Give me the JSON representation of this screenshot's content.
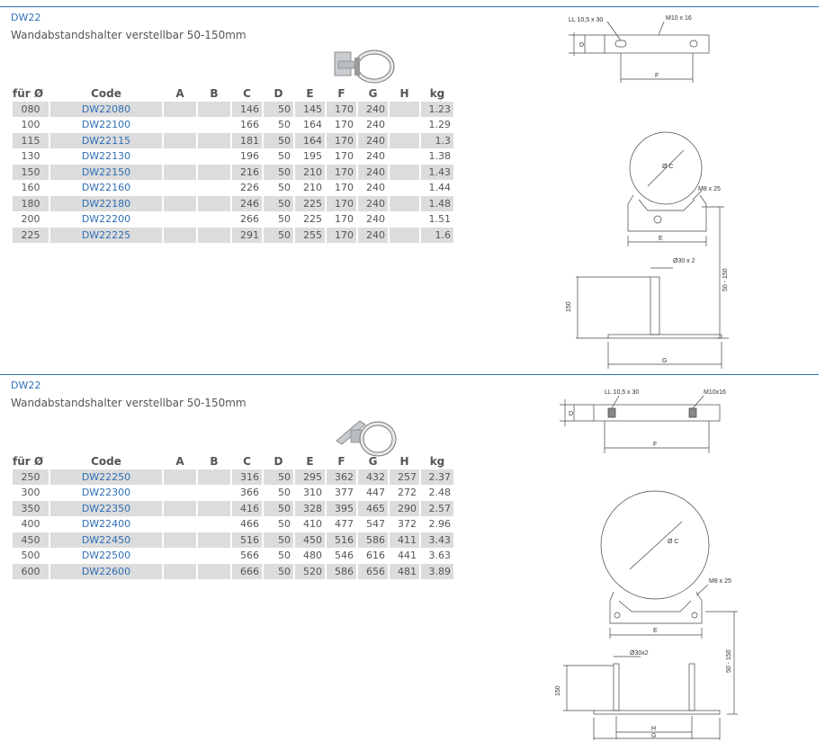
{
  "sections": [
    {
      "code": "DW22",
      "subtitle": "Wandabstandshalter verstellbar 50-150mm",
      "headers": [
        "für Ø",
        "Code",
        "A",
        "B",
        "C",
        "D",
        "E",
        "F",
        "G",
        "H",
        "kg"
      ],
      "rows": [
        {
          "dia": "080",
          "code": "DW22080",
          "a": "",
          "b": "",
          "c": "146",
          "d": "50",
          "e": "145",
          "f": "170",
          "g": "240",
          "h": "",
          "kg": "1.23"
        },
        {
          "dia": "100",
          "code": "DW22100",
          "a": "",
          "b": "",
          "c": "166",
          "d": "50",
          "e": "164",
          "f": "170",
          "g": "240",
          "h": "",
          "kg": "1.29"
        },
        {
          "dia": "115",
          "code": "DW22115",
          "a": "",
          "b": "",
          "c": "181",
          "d": "50",
          "e": "164",
          "f": "170",
          "g": "240",
          "h": "",
          "kg": "1.3"
        },
        {
          "dia": "130",
          "code": "DW22130",
          "a": "",
          "b": "",
          "c": "196",
          "d": "50",
          "e": "195",
          "f": "170",
          "g": "240",
          "h": "",
          "kg": "1.38"
        },
        {
          "dia": "150",
          "code": "DW22150",
          "a": "",
          "b": "",
          "c": "216",
          "d": "50",
          "e": "210",
          "f": "170",
          "g": "240",
          "h": "",
          "kg": "1.43"
        },
        {
          "dia": "160",
          "code": "DW22160",
          "a": "",
          "b": "",
          "c": "226",
          "d": "50",
          "e": "210",
          "f": "170",
          "g": "240",
          "h": "",
          "kg": "1.44"
        },
        {
          "dia": "180",
          "code": "DW22180",
          "a": "",
          "b": "",
          "c": "246",
          "d": "50",
          "e": "225",
          "f": "170",
          "g": "240",
          "h": "",
          "kg": "1.48"
        },
        {
          "dia": "200",
          "code": "DW22200",
          "a": "",
          "b": "",
          "c": "266",
          "d": "50",
          "e": "225",
          "f": "170",
          "g": "240",
          "h": "",
          "kg": "1.51"
        },
        {
          "dia": "225",
          "code": "DW22225",
          "a": "",
          "b": "",
          "c": "291",
          "d": "50",
          "e": "255",
          "f": "170",
          "g": "240",
          "h": "",
          "kg": "1.6"
        }
      ],
      "drawing_labels": {
        "slot": "LL 10,5 x 30",
        "bolt": "M10 x 16",
        "d": "D",
        "f": "F",
        "dia": "Ø C",
        "clamp_bolt": "M8 x 25",
        "e": "E",
        "tube": "Ø30 x 2",
        "len": "150",
        "range": "50 - 150",
        "g": "G"
      }
    },
    {
      "code": "DW22",
      "subtitle": "Wandabstandshalter verstellbar 50-150mm",
      "headers": [
        "für Ø",
        "Code",
        "A",
        "B",
        "C",
        "D",
        "E",
        "F",
        "G",
        "H",
        "kg"
      ],
      "rows": [
        {
          "dia": "250",
          "code": "DW22250",
          "a": "",
          "b": "",
          "c": "316",
          "d": "50",
          "e": "295",
          "f": "362",
          "g": "432",
          "h": "257",
          "kg": "2.37"
        },
        {
          "dia": "300",
          "code": "DW22300",
          "a": "",
          "b": "",
          "c": "366",
          "d": "50",
          "e": "310",
          "f": "377",
          "g": "447",
          "h": "272",
          "kg": "2.48"
        },
        {
          "dia": "350",
          "code": "DW22350",
          "a": "",
          "b": "",
          "c": "416",
          "d": "50",
          "e": "328",
          "f": "395",
          "g": "465",
          "h": "290",
          "kg": "2.57"
        },
        {
          "dia": "400",
          "code": "DW22400",
          "a": "",
          "b": "",
          "c": "466",
          "d": "50",
          "e": "410",
          "f": "477",
          "g": "547",
          "h": "372",
          "kg": "2.96"
        },
        {
          "dia": "450",
          "code": "DW22450",
          "a": "",
          "b": "",
          "c": "516",
          "d": "50",
          "e": "450",
          "f": "516",
          "g": "586",
          "h": "411",
          "kg": "3.43"
        },
        {
          "dia": "500",
          "code": "DW22500",
          "a": "",
          "b": "",
          "c": "566",
          "d": "50",
          "e": "480",
          "f": "546",
          "g": "616",
          "h": "441",
          "kg": "3.63"
        },
        {
          "dia": "600",
          "code": "DW22600",
          "a": "",
          "b": "",
          "c": "666",
          "d": "50",
          "e": "520",
          "f": "586",
          "g": "656",
          "h": "481",
          "kg": "3.89"
        }
      ],
      "drawing_labels": {
        "slot": "LL 10,5 x 30",
        "bolt": "M10x16",
        "d": "D",
        "f": "F",
        "dia": "Ø C",
        "clamp_bolt": "M8 x 25",
        "e": "E",
        "tube": "Ø30x2",
        "len": "150",
        "range": "50 - 150",
        "h": "H",
        "g": "G"
      }
    }
  ]
}
